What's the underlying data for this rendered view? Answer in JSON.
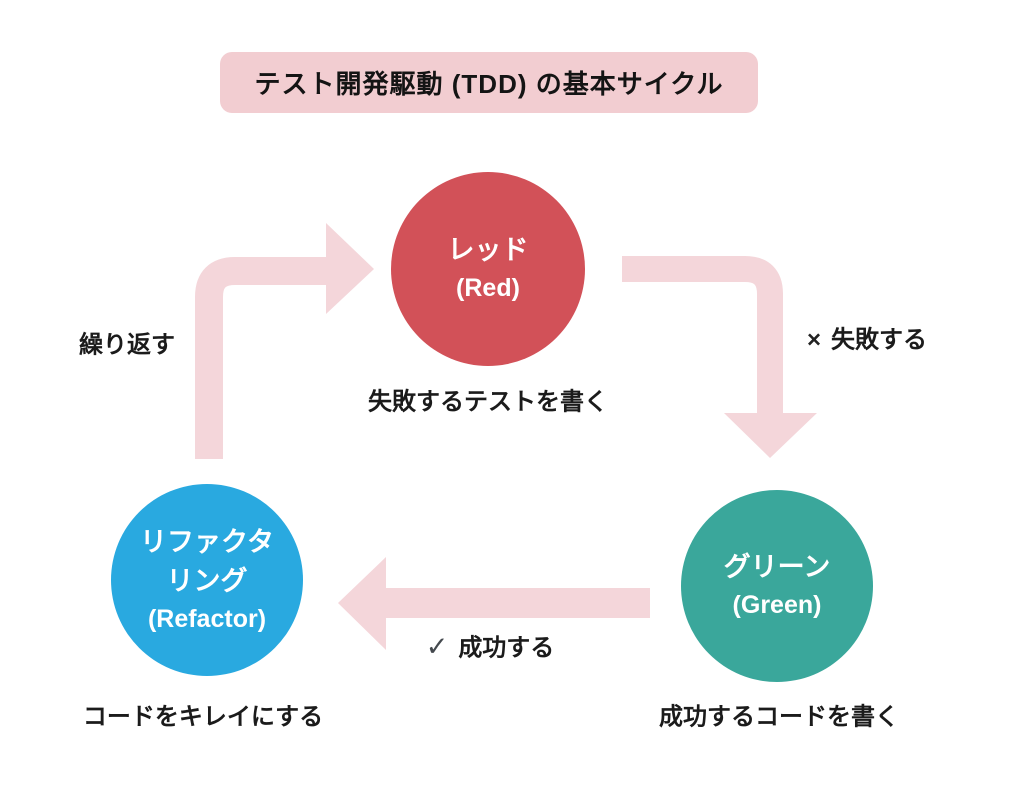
{
  "diagram": {
    "title": "テスト開発駆動 (TDD) の基本サイクル",
    "nodes": {
      "red": {
        "label_ja": "レッド",
        "label_en": "(Red)",
        "color": "#d25158",
        "caption": "失敗するテストを書く"
      },
      "green": {
        "label_ja": "グリーン",
        "label_en": "(Green)",
        "color": "#3aa79b",
        "caption": "成功するコードを書く"
      },
      "refactor": {
        "label_ja": "リファクタ\nリング",
        "label_en": "(Refactor)",
        "color": "#29a9e0",
        "caption": "コードをキレイにする"
      }
    },
    "edges": {
      "refactor_to_red": {
        "from": "refactor",
        "to": "red",
        "icon": "",
        "label": "繰り返す"
      },
      "red_to_green": {
        "from": "red",
        "to": "green",
        "icon": "×",
        "label": "失敗する"
      },
      "green_to_refactor": {
        "from": "green",
        "to": "refactor",
        "icon": "✓",
        "label": "成功する"
      }
    },
    "colors": {
      "arrow_pink": "#f4d6da",
      "title_background": "#f2cdd1",
      "text": "#1b1b1b"
    }
  }
}
